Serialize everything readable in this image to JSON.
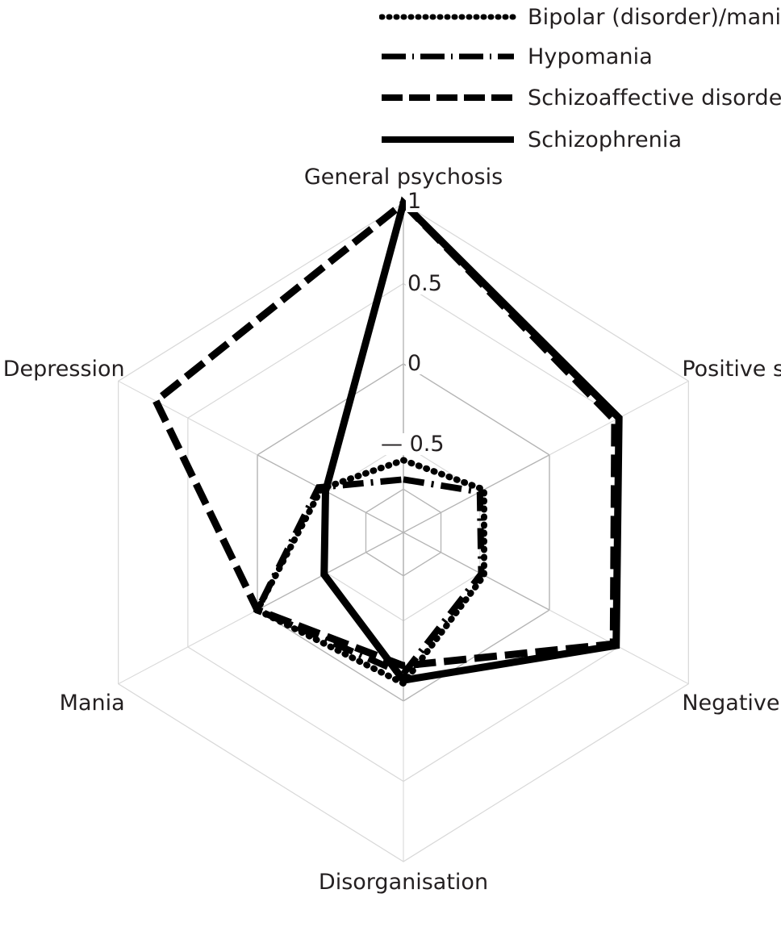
{
  "legend": {
    "position": "top-right",
    "items": [
      {
        "label": "Bipolar (disorder)/mania",
        "style": "dotted",
        "key": "bipolar"
      },
      {
        "label": "Hypomania",
        "style": "dashdot",
        "key": "hypomania"
      },
      {
        "label": "Schizoaffective disorder",
        "style": "dashed",
        "key": "schizoaffective"
      },
      {
        "label": "Schizophrenia",
        "style": "solid",
        "key": "schizophrenia"
      }
    ]
  },
  "axis_labels": {
    "general_psychosis": "General psychosis",
    "positive_symptoms": "Positive symptoms",
    "negative_symptoms": "Negative symptoms",
    "disorganisation": "Disorganisation",
    "mania": "Mania",
    "depression": "Depression"
  },
  "tick_labels": {
    "t1": "1",
    "t05": "0.5",
    "t0": "0",
    "tm05": "— 0.5"
  },
  "colors": {
    "line": "#000000",
    "grid": "#b4b4b4",
    "grid_faint": "#d8d8d8",
    "text": "#231f20",
    "background": "#ffffff"
  },
  "chart_data": {
    "type": "radar",
    "title": "",
    "categories": [
      "General psychosis",
      "Positive symptoms",
      "Negative symptoms",
      "Disorganisation",
      "Mania",
      "Depression"
    ],
    "rlim": [
      -1.05,
      1.0
    ],
    "ticks": [
      1,
      0.5,
      0,
      -0.5
    ],
    "tick_labels": [
      "1",
      "0.5",
      "0",
      "— 0.5"
    ],
    "grid": true,
    "legend_position": "top-right",
    "series": [
      {
        "name": "Bipolar (disorder)/mania",
        "style": "dotted",
        "values": [
          -0.6,
          -0.47,
          -0.47,
          -0.11,
          0.0,
          -0.46
        ]
      },
      {
        "name": "Hypomania",
        "style": "dashdot",
        "values": [
          -0.72,
          -0.5,
          -0.49,
          -0.17,
          0.0,
          -0.44
        ]
      },
      {
        "name": "Schizoaffective disorder",
        "style": "dashed",
        "values": [
          1.0,
          0.47,
          0.46,
          -0.22,
          0.0,
          0.73
        ]
      },
      {
        "name": "Schizophrenia",
        "style": "solid",
        "values": [
          1.0,
          0.5,
          0.48,
          -0.13,
          -0.48,
          -0.49
        ]
      }
    ]
  }
}
